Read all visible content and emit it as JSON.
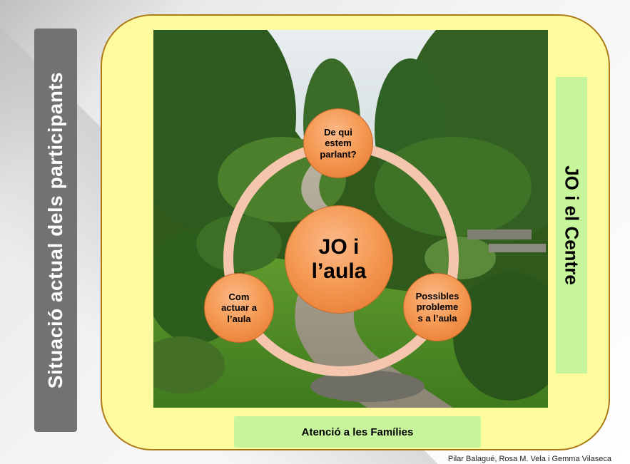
{
  "left_bar": {
    "label": "Situació actual dels participants"
  },
  "right_panel": {
    "label": "JO i el Centre"
  },
  "bottom_panel": {
    "label": "Atenció a les Famílies"
  },
  "credit": "Pilar Balagué, Rosa M. Vela i Gemma Vilaseca",
  "cycle": {
    "center": {
      "line1": "JO i",
      "line2": "l’aula"
    },
    "nodes": [
      {
        "line1": "De qui",
        "line2": "estem",
        "line3": "parlant?"
      },
      {
        "line1": "Possibles",
        "line2": "probleme",
        "line3": "s a l’aula"
      },
      {
        "line1": "Com",
        "line2": "actuar a",
        "line3": "l’aula"
      }
    ]
  },
  "colors": {
    "frame_fill": "#fdfb9d",
    "frame_border": "#ad7a16",
    "panel_green": "#c6f59b",
    "left_bar": "#727272",
    "node_orange": "#f59b55",
    "ring": "#f5c6ad"
  }
}
